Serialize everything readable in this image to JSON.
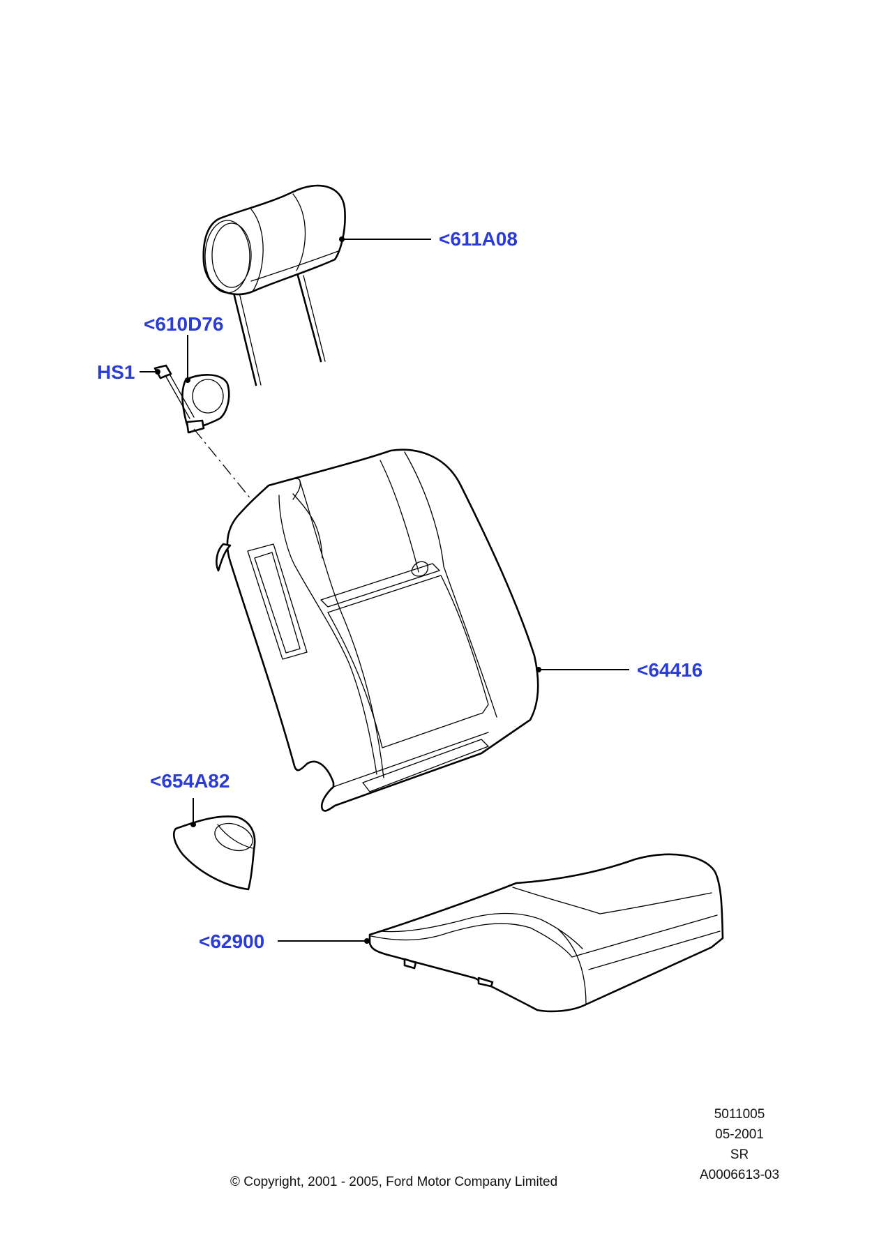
{
  "callouts": {
    "headrest": "<611A08",
    "guide": "<610D76",
    "screw": "HS1",
    "backrest": "<64416",
    "trim_cover": "<654A82",
    "cushion": "<62900"
  },
  "reference": {
    "line1": "5011005",
    "line2": "05-2001",
    "line3": "SR",
    "line4": "A0006613-03"
  },
  "copyright": "© Copyright, 2001 - 2005, Ford Motor Company Limited",
  "colors": {
    "callout": "#2a3bd6",
    "line": "#000000",
    "background": "#ffffff"
  }
}
